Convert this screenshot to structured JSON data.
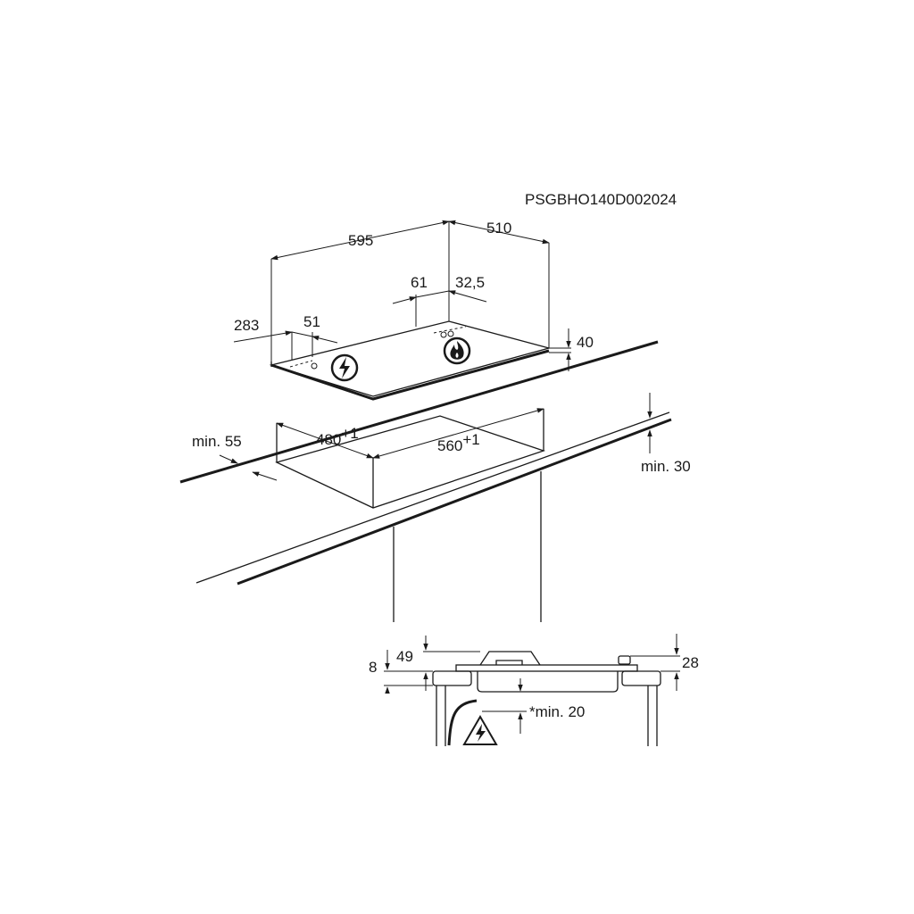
{
  "drawing_code": "PSGBHO140D002024",
  "dimensions": {
    "hob_width": "595",
    "hob_depth": "510",
    "dim_61": "61",
    "dim_32_5": "32,5",
    "dim_283": "283",
    "dim_51": "51",
    "hob_height": "40",
    "cutout_depth": "480",
    "cutout_depth_tol": "+1",
    "cutout_width": "560",
    "cutout_width_tol": "+1",
    "min_front": "min. 55",
    "min_wall": "min. 30",
    "dim_8": "8",
    "dim_49": "49",
    "dim_28": "28",
    "min_below": "*min. 20"
  },
  "icons": {
    "electric_connection": "lightning-circle-icon",
    "gas_connection": "flame-circle-icon",
    "warning": "electric-warning-triangle-icon"
  }
}
